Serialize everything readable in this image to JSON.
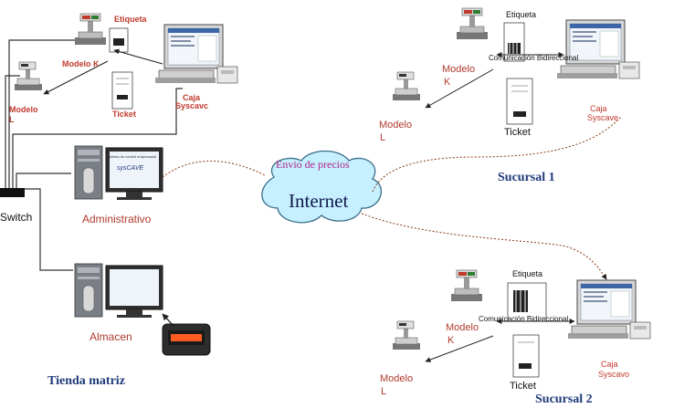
{
  "colors": {
    "label_red": "#c0392b",
    "label_maroon": "#b03a2e",
    "title_blue": "#1f3a7a",
    "link_magenta": "#b0278b",
    "cloud_fill": "#c6efff",
    "cloud_stroke": "#3a6e8a",
    "dashed_link": "#8a3b12"
  },
  "labels": {
    "switch": "Switch",
    "administrativo": "Administrativo",
    "almacen": "Almacen",
    "tienda_matriz": "Tienda matriz",
    "envio_precios": "Envio de precios",
    "internet": "Internet",
    "sucursal1": "Sucursal 1",
    "sucursal2": "Sucursal 2",
    "admin_screen_line1": "Sistema de control empresarial",
    "admin_screen_line2": "sysCAVE"
  },
  "matriz": {
    "etiqueta": "Etiqueta",
    "modelo_k": "Modelo K",
    "modelo_l_1": "Modelo",
    "modelo_l_2": "L",
    "ticket": "Ticket",
    "caja_1": "Caja",
    "caja_2": "Syscavc"
  },
  "sucursal1": {
    "etiqueta": "Etiqueta",
    "comunicacion": "Comunicación Bidireccional",
    "modelo_k_1": "Modelo",
    "modelo_k_2": "K",
    "modelo_l_1": "Modelo",
    "modelo_l_2": "L",
    "ticket": "Ticket",
    "caja_1": "Caja",
    "caja_2": "Syscave"
  },
  "sucursal2": {
    "etiqueta": "Etiqueta",
    "comunicacion": "Comunicación Bidireccional",
    "modelo_k_1": "Modelo",
    "modelo_k_2": "K",
    "modelo_l_1": "Modelo",
    "modelo_l_2": "L",
    "ticket": "Ticket",
    "caja_1": "Caja",
    "caja_2": "Syscavo"
  }
}
